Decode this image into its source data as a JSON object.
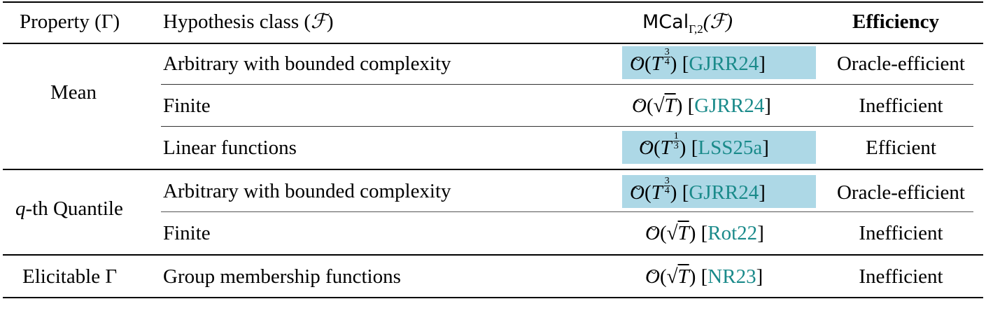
{
  "table": {
    "headers": {
      "property": "Property (Γ)",
      "hypothesis": "Hypothesis class (",
      "hypothesis_sym": "ℱ",
      "hypothesis_close": ")",
      "mcal_prefix": "MCal",
      "mcal_sub": "Γ,2",
      "mcal_arg": "(ℱ)",
      "efficiency": "Efficiency"
    },
    "groups": [
      {
        "property": "Mean",
        "rows": [
          {
            "hypothesis": "Arbitrary with bounded complexity",
            "rate_base": "O",
            "rate_type": "power",
            "exp_num": "3",
            "exp_den": "4",
            "citation": "GJRR24",
            "highlighted": true,
            "efficiency": "Oracle-efficient"
          },
          {
            "hypothesis": "Finite",
            "rate_base": "O",
            "rate_type": "sqrt",
            "citation": "GJRR24",
            "highlighted": false,
            "efficiency": "Inefficient"
          },
          {
            "hypothesis": "Linear functions",
            "rate_base": "O",
            "rate_type": "power",
            "exp_num": "1",
            "exp_den": "3",
            "citation": "LSS25a",
            "highlighted": true,
            "efficiency": "Efficient"
          }
        ]
      },
      {
        "property_prefix": "q",
        "property": "-th Quantile",
        "rows": [
          {
            "hypothesis": "Arbitrary with bounded complexity",
            "rate_base": "O",
            "rate_type": "power",
            "exp_num": "3",
            "exp_den": "4",
            "citation": "GJRR24",
            "highlighted": true,
            "efficiency": "Oracle-efficient"
          },
          {
            "hypothesis": "Finite",
            "rate_base": "O",
            "rate_type": "sqrt",
            "citation": "Rot22",
            "highlighted": false,
            "efficiency": "Inefficient"
          }
        ]
      },
      {
        "property": "Elicitable Γ",
        "rows": [
          {
            "hypothesis": "Group membership functions",
            "rate_base": "O",
            "rate_type": "sqrt",
            "citation": "NR23",
            "highlighted": false,
            "efficiency": "Inefficient"
          }
        ]
      }
    ],
    "colors": {
      "highlight": "#add8e6",
      "citation": "#1a8a8a"
    },
    "symbols": {
      "T": "T",
      "open_paren": "(",
      "close_paren": ")",
      "open_bracket": "[",
      "close_bracket": "]",
      "sqrt": "√"
    }
  }
}
